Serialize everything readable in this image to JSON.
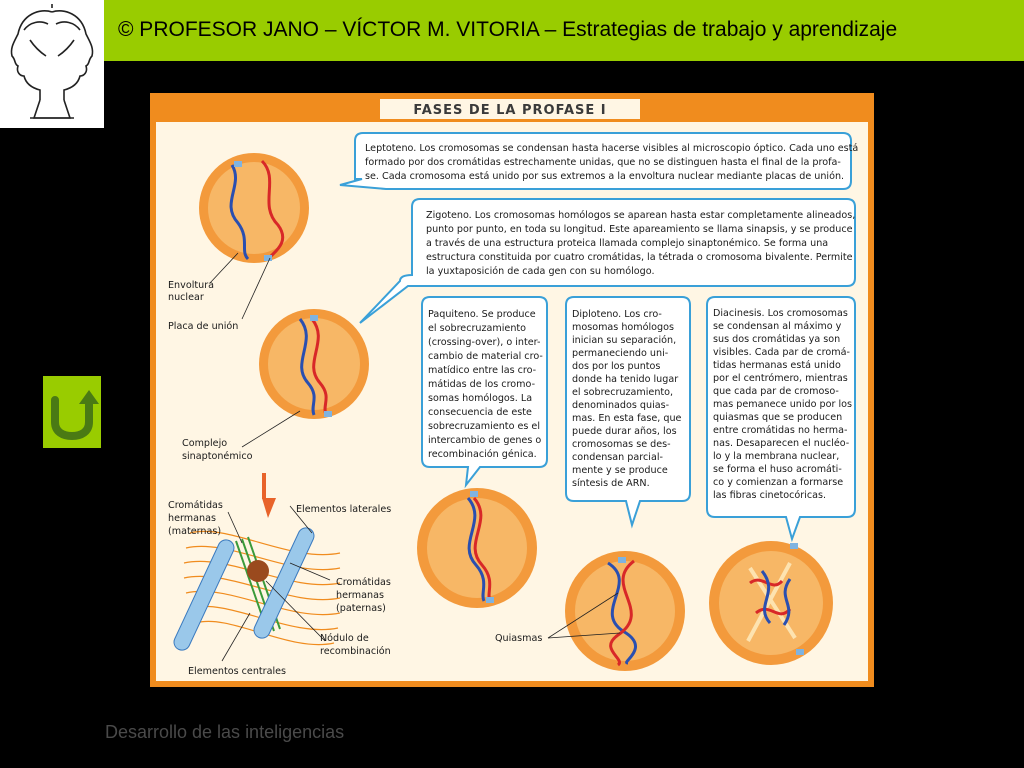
{
  "header": {
    "title": "© PROFESOR JANO – VÍCTOR M. VITORIA – Estrategias de trabajo y aprendizaje"
  },
  "footer": {
    "text": "Desarrollo de las inteligencias"
  },
  "figure": {
    "title": "FASES DE LA PROFASE I",
    "boxes": {
      "leptoteno": [
        "Leptoteno. Los cromosomas se condensan hasta hacerse visibles al microscopio óptico. Cada uno está",
        "formado por dos cromátidas estrechamente unidas, que no se distinguen hasta el final de la profa-",
        "se. Cada cromosoma está unido por sus extremos a la envoltura nuclear mediante placas de unión."
      ],
      "zigoteno": [
        "Zigoteno. Los cromosomas homólogos se aparean hasta estar completamente alineados,",
        "punto por punto, en toda su longitud. Este apareamiento se llama sinapsis, y se produce",
        "a través de una estructura proteica llamada complejo sinaptonémico. Se forma una",
        "estructura constituida por cuatro cromátidas, la tétrada o cromosoma bivalente. Permite",
        "la yuxtaposición de cada gen con su homólogo."
      ],
      "paquiteno": [
        "Paquiteno. Se produce",
        "el sobrecruzamiento",
        "(crossing-over), o inter-",
        "cambio de material cro-",
        "matídico entre las cro-",
        "mátidas de los cromo-",
        "somas homólogos. La",
        "consecuencia de este",
        "sobrecruzamiento es el",
        "intercambio de genes o",
        "recombinación génica."
      ],
      "diploteno": [
        "Diploteno. Los cro-",
        "mosomas homólogos",
        "inician su separación,",
        "permaneciendo uni-",
        "dos por los puntos",
        "donde ha tenido lugar",
        "el sobrecruzamiento,",
        "denominados quias-",
        "mas. En esta fase, que",
        "puede durar años, los",
        "cromosomas se des-",
        "condensan parcial-",
        "mente y se produce",
        "síntesis de ARN."
      ],
      "diacinesis": [
        "Diacinesis. Los cromosomas",
        "se condensan al máximo y",
        "sus dos cromátidas ya son",
        "visibles. Cada par de cromá-",
        "tidas hermanas está unido",
        "por el centrómero, mientras",
        "que cada par de cromoso-",
        "mas pemanece unido por los",
        "quiasmas que se producen",
        "entre cromátidas no herma-",
        "nas. Desaparecen el nucléo-",
        "lo y la membrana nuclear,",
        "se forma el huso acromáti-",
        "co y comienzan a formarse",
        "las fibras cinetocóricas."
      ]
    },
    "labels": {
      "envoltura": [
        "Envoltura",
        "nuclear"
      ],
      "placa": "Placa de unión",
      "complejo": [
        "Complejo",
        "sinaptonémico"
      ],
      "cromatidas_maternas": [
        "Cromátidas",
        "hermanas",
        "(maternas)"
      ],
      "elementos_laterales": "Elementos laterales",
      "cromatidas_paternas": [
        "Cromátidas",
        "hermanas",
        "(paternas)"
      ],
      "nodulo": [
        "Nódulo de",
        "recombinación"
      ],
      "elementos_centrales": "Elementos centrales",
      "quiasmas": "Quiasmas"
    }
  },
  "colors": {
    "header_bg": "#99cc00",
    "frame_orange": "#f08c1e",
    "bubble_blue": "#3aa0d8",
    "cell_orange": "#f39a3c"
  },
  "icons": {
    "logo": "janus-head-logo",
    "back": "return-arrow-icon"
  }
}
